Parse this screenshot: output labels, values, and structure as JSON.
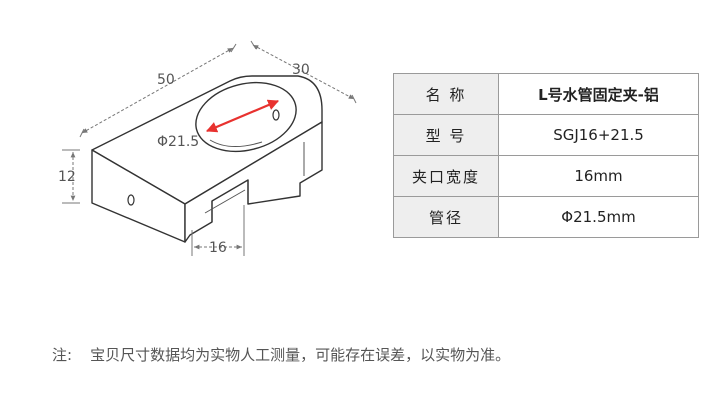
{
  "drawing": {
    "dim_length": "50",
    "dim_width": "30",
    "dim_height": "12",
    "dim_slot": "16",
    "dim_diameter": "Φ21.5",
    "colors": {
      "line": "#333333",
      "arrow": "#e8322f",
      "dim": "#777777"
    }
  },
  "specs": {
    "rows": [
      {
        "key": "名 称",
        "value": "L号水管固定夹-铝"
      },
      {
        "key": "型 号",
        "value": "SGJ16+21.5"
      },
      {
        "key": "夹口宽度",
        "value": "16mm"
      },
      {
        "key": "管径",
        "value": "Φ21.5mm"
      }
    ]
  },
  "note": {
    "label": "注:",
    "text": "宝贝尺寸数据均为实物人工测量，可能存在误差，以实物为准。"
  }
}
